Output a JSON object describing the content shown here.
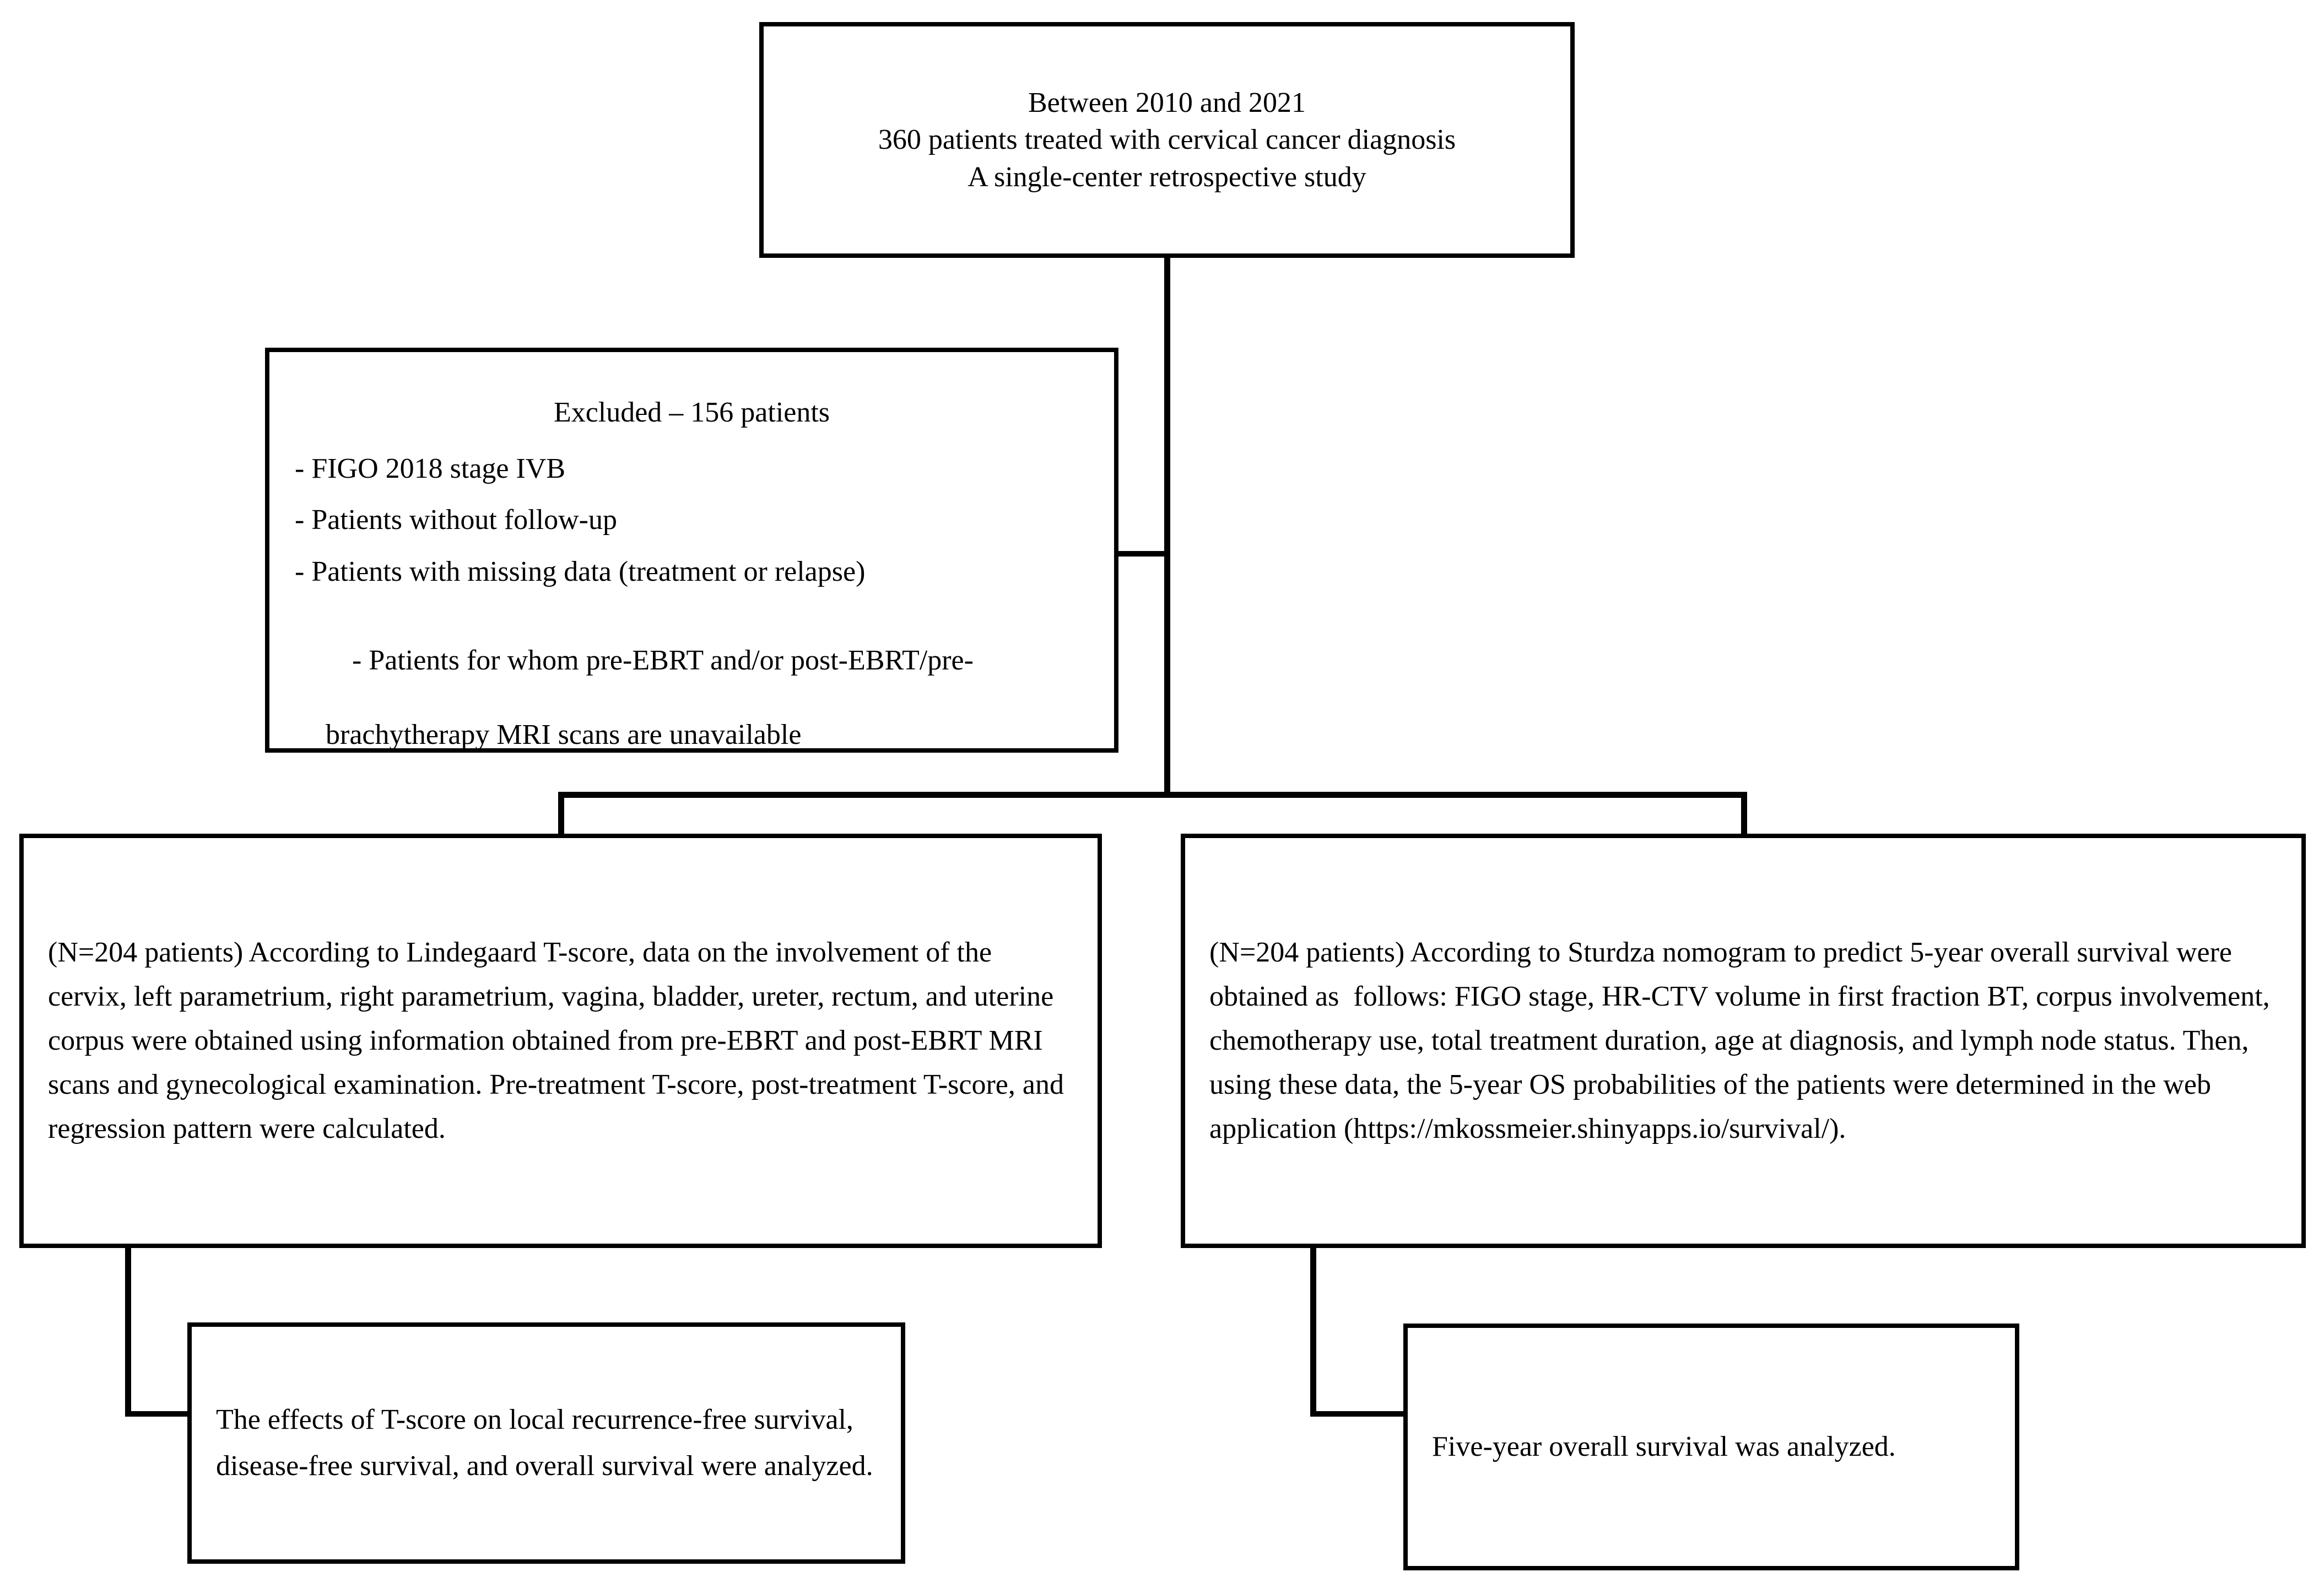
{
  "flowchart": {
    "title": "Cervical cancer study patient selection flowchart",
    "line_color": "#000000",
    "background_color": "#ffffff",
    "text_color": "#000000",
    "nodes": {
      "top": {
        "line1": "Between 2010 and 2021",
        "line2": "360 patients treated with cervical cancer diagnosis",
        "line3": "A single-center retrospective study"
      },
      "excluded": {
        "heading": "Excluded – 156 patients",
        "bullets": [
          "- FIGO 2018 stage IVB",
          "- Patients without follow-up",
          "- Patients with missing data (treatment or relapse)",
          "- Patients for whom pre-EBRT and/or post-EBRT/pre-"
        ],
        "bullet4_continuation": "brachytherapy MRI scans are unavailable"
      },
      "left_main": {
        "text": "(N=204 patients) According to Lindegaard T-score, data on the involvement of the cervix, left parametrium, right parametrium, vagina, bladder, ureter, rectum, and uterine corpus were obtained using information obtained from pre-EBRT and post-EBRT MRI scans and gynecological examination. Pre-treatment T-score, post-treatment T-score, and regression pattern were calculated."
      },
      "right_main": {
        "text": "(N=204 patients) According to Sturdza nomogram to predict 5-year overall survival were obtained as  follows: FIGO stage, HR-CTV volume in first fraction BT, corpus involvement, chemotherapy use, total treatment duration, age at diagnosis, and lymph node status. Then, using these data, the 5-year OS probabilities of the patients were determined in the web application (https://mkossmeier.shinyapps.io/survival/)."
      },
      "left_result": {
        "text": "The effects of T-score on local recurrence-free survival, disease-free survival, and overall survival were analyzed."
      },
      "right_result": {
        "text": "Five-year overall survival was analyzed."
      }
    },
    "connectors": [
      {
        "name": "top-to-split-trunk",
        "orientation": "vertical"
      },
      {
        "name": "excluded-branch",
        "orientation": "horizontal"
      },
      {
        "name": "split-bar",
        "orientation": "horizontal"
      },
      {
        "name": "drop-to-left-main",
        "orientation": "vertical"
      },
      {
        "name": "drop-to-right-main",
        "orientation": "vertical"
      },
      {
        "name": "left-main-to-left-result",
        "orientation": "elbow"
      },
      {
        "name": "right-main-to-right-result",
        "orientation": "elbow"
      }
    ]
  }
}
